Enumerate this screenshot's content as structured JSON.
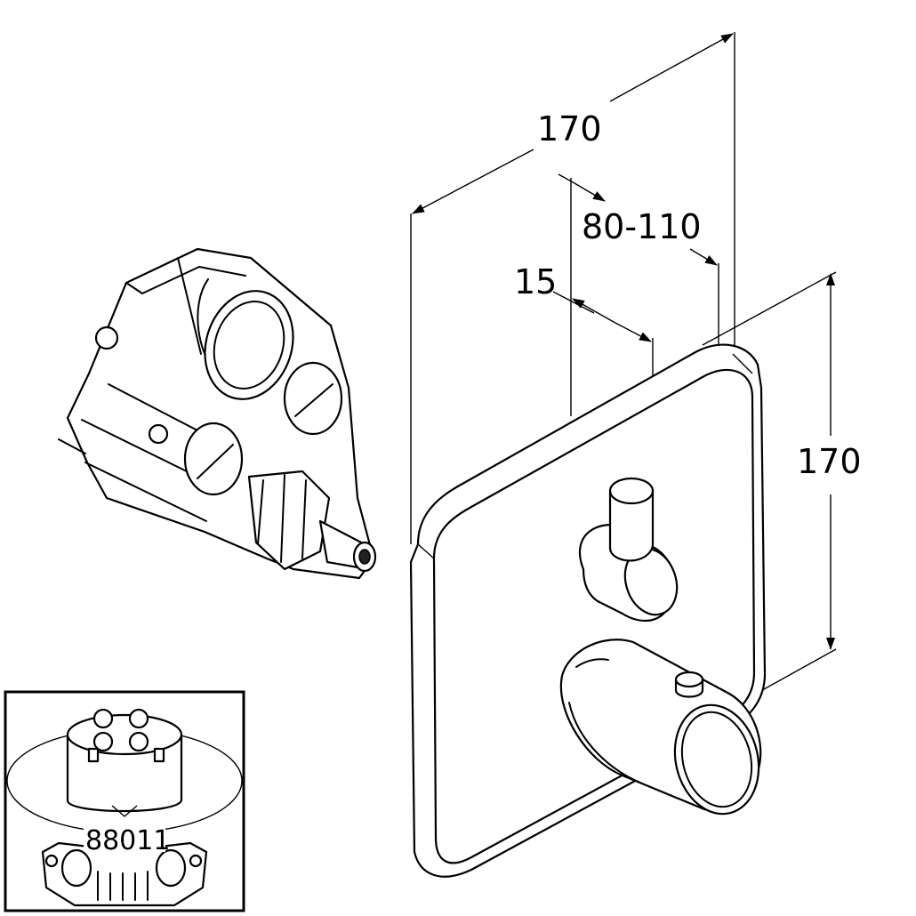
{
  "dimensions": {
    "width_top": "170",
    "spindle_offset": "80-110",
    "handle_offset": "15",
    "height_right": "170"
  },
  "inset": {
    "part_number": "88011"
  }
}
